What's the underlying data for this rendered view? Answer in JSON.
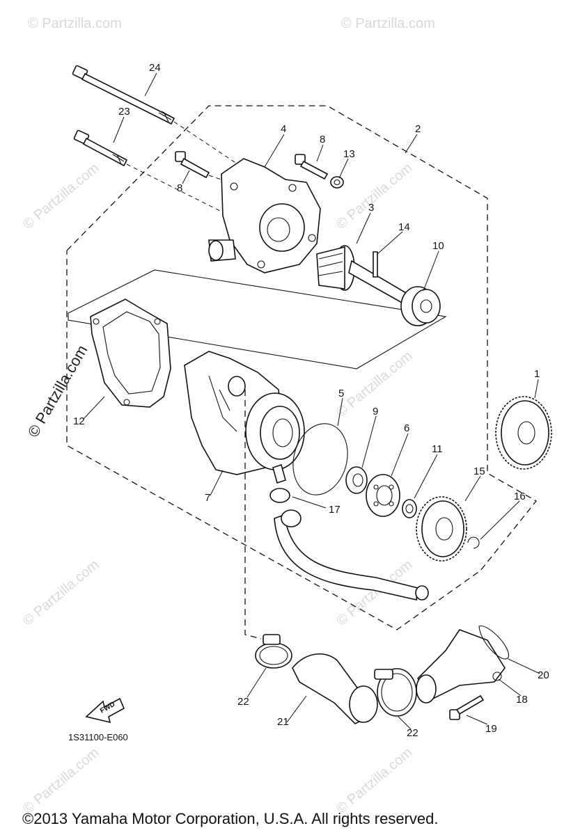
{
  "watermark": {
    "text": "© Partzilla.com",
    "side_text": "© Partzilla.com"
  },
  "callouts": {
    "c1": "1",
    "c2": "2",
    "c3": "3",
    "c4": "4",
    "c5": "5",
    "c6": "6",
    "c7": "7",
    "c8a": "8",
    "c8b": "8",
    "c9": "9",
    "c10": "10",
    "c11": "11",
    "c12": "12",
    "c13": "13",
    "c14": "14",
    "c15": "15",
    "c16": "16",
    "c17": "17",
    "c18": "18",
    "c19": "19",
    "c20": "20",
    "c21": "21",
    "c22a": "22",
    "c22b": "22",
    "c23": "23",
    "c24": "24"
  },
  "fwd_label": "FWD",
  "diagram_code": "1S31100-E060",
  "copyright": "©2013 Yamaha Motor Corporation, U.S.A. All rights reserved."
}
